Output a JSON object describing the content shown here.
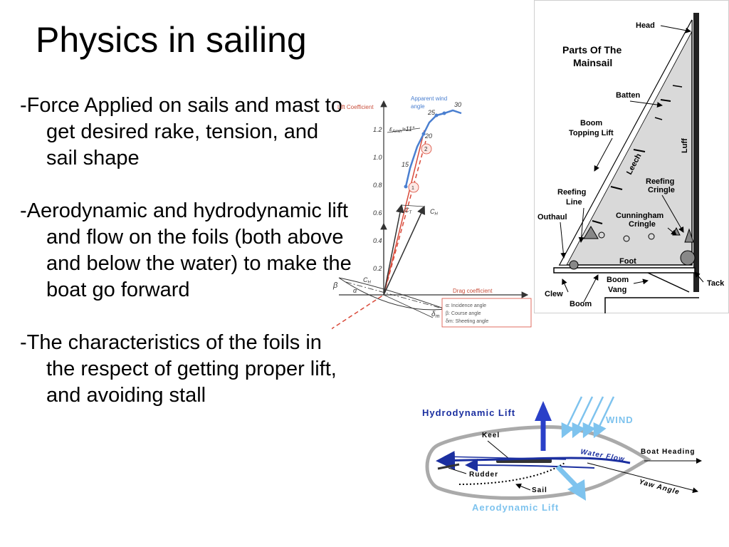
{
  "slide": {
    "title": "Physics in sailing",
    "bullets": [
      "-Force Applied on sails and mast to get desired rake, tension, and sail shape",
      "-Aerodynamic and hydrodynamic lift and flow on the foils (both above and below the water) to make the boat go forward",
      "-The characteristics of the foils in the respect of getting proper lift, and avoiding stall"
    ]
  },
  "polar_diagram": {
    "y_axis_label": "Lift Coefficient",
    "x_axis_label": "Drag coefficient",
    "apparent_wind_label_1": "Apparent wind",
    "apparent_wind_label_2": "angle",
    "y_ticks": [
      "1.2",
      "1.0",
      "0.8",
      "0.6",
      "0.4",
      "0.2"
    ],
    "wind_angles": [
      "30",
      "25",
      "20",
      "15"
    ],
    "epsilon_label": "ε",
    "epsilon_sub": "Amin",
    "epsilon_value": "≈11°",
    "point_markers": [
      "2",
      "1"
    ],
    "vector_labels": {
      "ct": "C",
      "ct_sub": "T",
      "ch": "C",
      "ch_sub": "H",
      "cr": "C",
      "cr_sub": "H",
      "beta": "β",
      "alpha": "α",
      "delta": "δ",
      "delta_sub": "m"
    },
    "legend": [
      "α: Incidence angle",
      "β: Course angle",
      "δm: Sheeting angle"
    ]
  },
  "mainsail_diagram": {
    "title_line1": "Parts Of The",
    "title_line2": "Mainsail",
    "labels": {
      "head": "Head",
      "batten": "Batten",
      "boom_topping_lift_1": "Boom",
      "boom_topping_lift_2": "Topping Lift",
      "leech": "Leech",
      "luff": "Luff",
      "reefing_cringle_1": "Reefing",
      "reefing_cringle_2": "Cringle",
      "reefing_line_1": "Reefing",
      "reefing_line_2": "Line",
      "outhaul": "Outhaul",
      "cunningham_1": "Cunningham",
      "cunningham_2": "Cringle",
      "foot": "Foot",
      "boom_vang_1": "Boom",
      "boom_vang_2": "Vang",
      "tack": "Tack",
      "clew": "Clew",
      "boom": "Boom"
    }
  },
  "lift_diagram": {
    "hydrodynamic_lift": "Hydrodynamic Lift",
    "wind": "WIND",
    "keel": "Keel",
    "water_flow": "Water Flow",
    "boat_heading": "Boat Heading",
    "rudder": "Rudder",
    "sail": "Sail",
    "yaw_angle": "Yaw Angle",
    "aerodynamic_lift": "Aerodynamic Lift"
  },
  "colors": {
    "lift_blue": "#3a5ec6",
    "light_blue": "#7ec3ee",
    "dark_blue": "#1b2fa0",
    "red": "#d94a3a",
    "sail_gray": "#d9d9d9"
  }
}
